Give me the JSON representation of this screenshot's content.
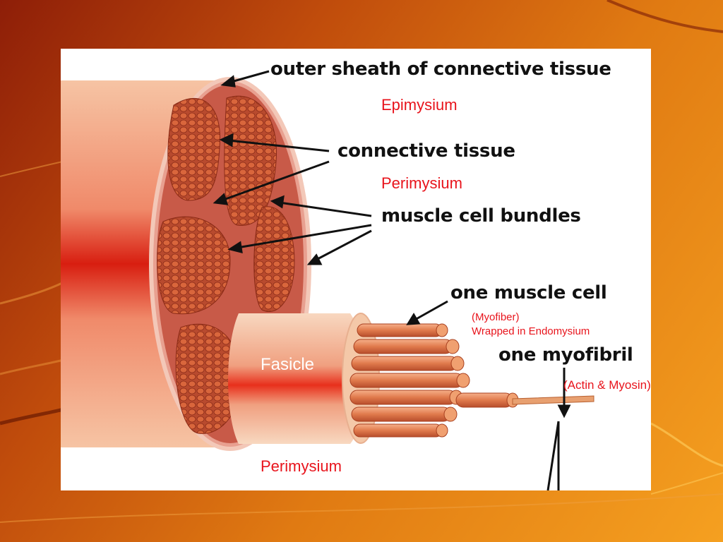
{
  "slide": {
    "colors": {
      "background_dark": "#8e1e08",
      "background_light": "#f5a020",
      "label_red": "#e8141c",
      "muscle_red": "#c8402a",
      "fiber_orange": "#e88a5a"
    },
    "labels": {
      "outer_sheath": "outer sheath of connective tissue",
      "epimysium": "Epimysium",
      "connective_tissue": "connective tissue",
      "perimysium_top": "Perimysium",
      "muscle_cell_bundles": "muscle cell bundles",
      "one_muscle_cell": "one muscle cell",
      "myofiber": "(Myofiber)",
      "wrapped_in_endomysium": "Wrapped in Endomysium",
      "one_myofibril": "one myofibril",
      "actin_myosin": "(Actin & Myosin)",
      "fasicle": "Fasicle",
      "perimysium_bottom": "Perimysium"
    }
  }
}
